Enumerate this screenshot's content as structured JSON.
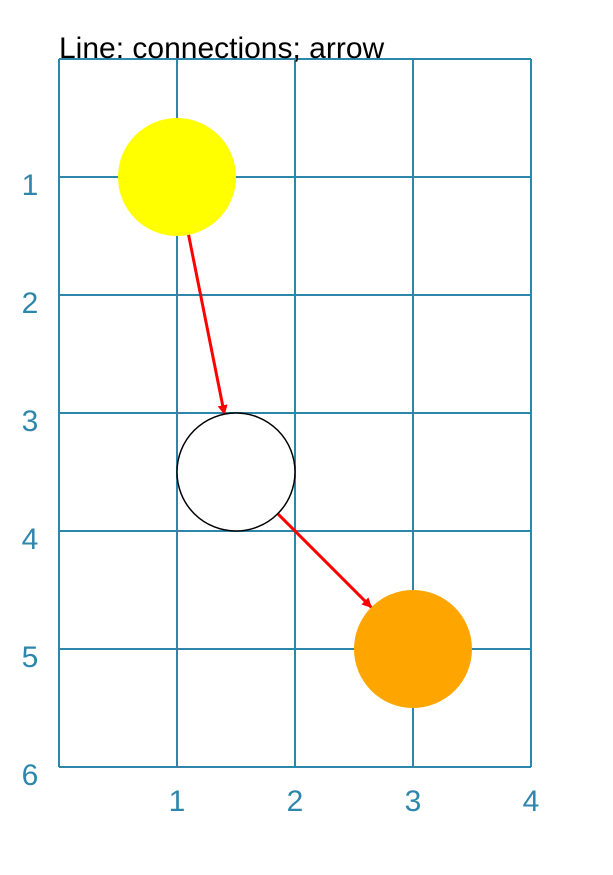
{
  "title": "Line: connections; arrow",
  "x_ticks": [
    "1",
    "2",
    "3",
    "4"
  ],
  "y_ticks": [
    "1",
    "2",
    "3",
    "4",
    "5",
    "6"
  ],
  "colors": {
    "grid": "#2e86ab",
    "arrow": "#ff0000",
    "node_yellow": "#ffff00",
    "node_white": "#ffffff",
    "node_orange": "#ffa500",
    "node_outline": "#000000"
  },
  "nodes": [
    {
      "id": "yellow-node",
      "x": 1,
      "y": 1,
      "r": 0.5,
      "fill": "#ffff00",
      "outline": false
    },
    {
      "id": "white-node",
      "x": 1.5,
      "y": 3.5,
      "r": 0.5,
      "fill": "#ffffff",
      "outline": true
    },
    {
      "id": "orange-node",
      "x": 3,
      "y": 5,
      "r": 0.5,
      "fill": "#ffa500",
      "outline": false
    }
  ],
  "connections": [
    {
      "from": "yellow-node",
      "to": "white-node",
      "style": "arrow"
    },
    {
      "from": "white-node",
      "to": "orange-node",
      "style": "arrow"
    }
  ]
}
